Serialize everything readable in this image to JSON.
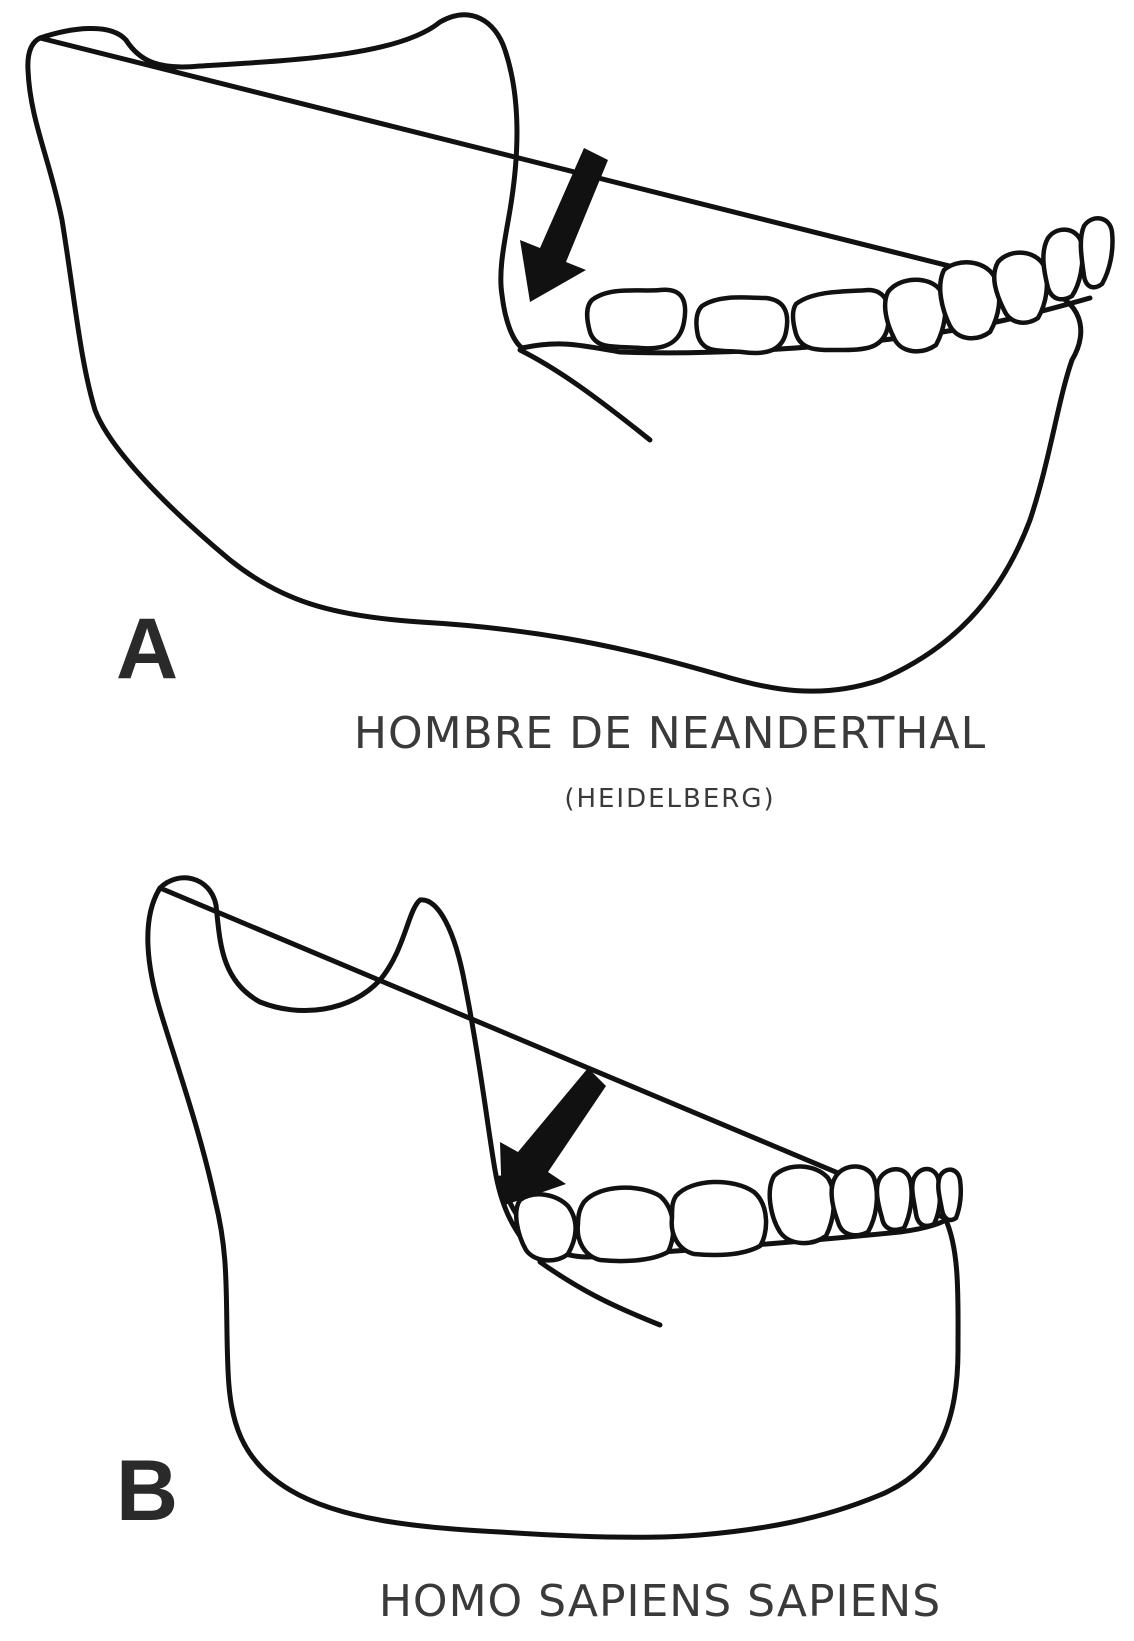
{
  "figure": {
    "panels": [
      {
        "letter": "A",
        "caption": "HOMBRE DE NEANDERTHAL",
        "subcaption": "(HEIDELBERG)"
      },
      {
        "letter": "B",
        "caption": "HOMO SAPIENS SAPIENS"
      }
    ]
  },
  "colors": {
    "line": "#111111",
    "text": "#3a3a3a",
    "background": "#ffffff"
  }
}
